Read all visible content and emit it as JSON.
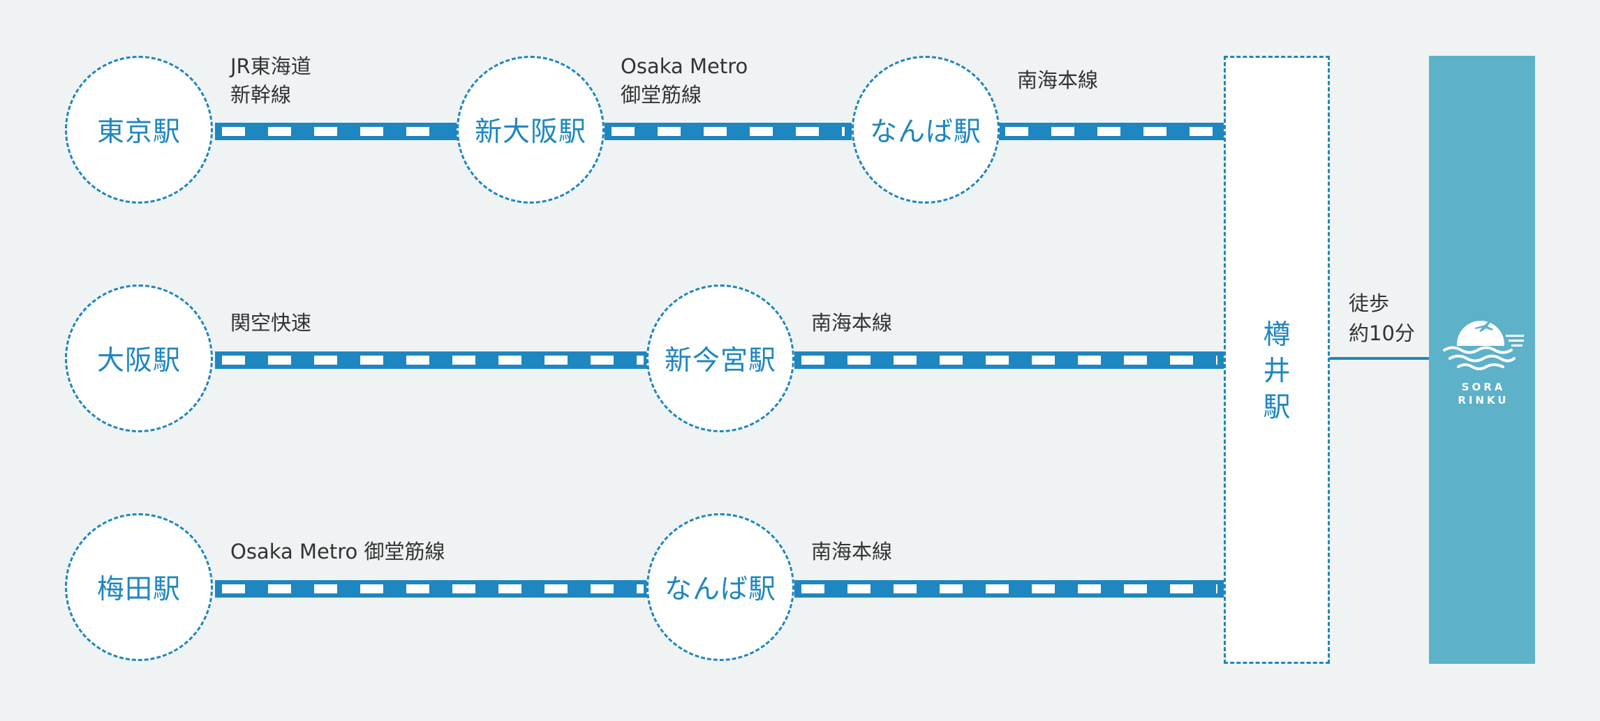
{
  "stations": {
    "tokyo": "東京駅",
    "shin_osaka": "新大阪駅",
    "namba_top": "なんば駅",
    "osaka": "大阪駅",
    "shin_imamiya": "新今宮駅",
    "umeda": "梅田駅",
    "namba_bottom": "なんば駅"
  },
  "lines": {
    "jr_tokaido": "JR東海道\n新幹線",
    "midosuji_top": "Osaka Metro\n御堂筋線",
    "nankai_top": "南海本線",
    "kanku_rapid": "関空快速",
    "nankai_mid": "南海本線",
    "midosuji_bottom": "Osaka Metro 御堂筋線",
    "nankai_bottom": "南海本線"
  },
  "terminal": {
    "chars": [
      "樽",
      "井",
      "駅"
    ]
  },
  "walk": {
    "line1": "徒歩",
    "line2": "約10分"
  },
  "destination": {
    "logo_line1": "SORA",
    "logo_line2": "RINKU"
  },
  "colors": {
    "accent": "#1e86c0",
    "destination": "#5db1c9",
    "background": "#f0f3f4"
  }
}
